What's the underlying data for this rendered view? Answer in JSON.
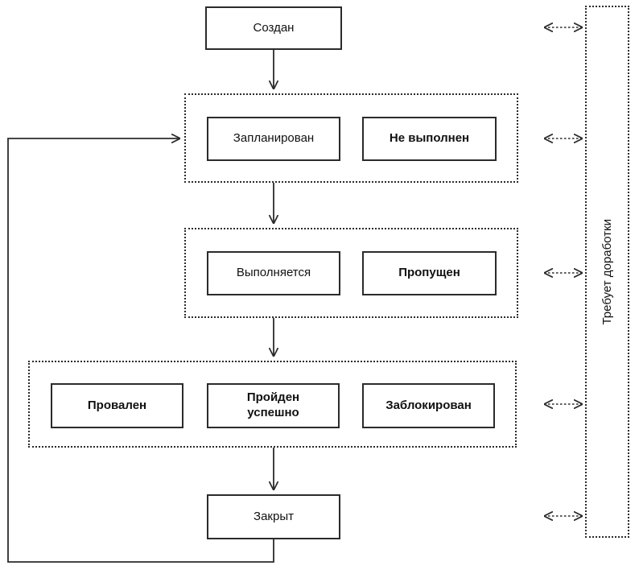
{
  "diagram": {
    "type": "state-flowchart",
    "nodes": {
      "created": "Создан",
      "planned": "Запланирован",
      "not_executed": "Не выполнен",
      "in_progress": "Выполняется",
      "skipped": "Пропущен",
      "failed": "Провален",
      "passed": "Пройден успешно",
      "blocked": "Заблокирован",
      "closed": "Закрыт",
      "needs_rework": "Требует доработки"
    },
    "edges": [
      "created -> planned-group",
      "planned-group -> in-progress-group",
      "in-progress-group -> result-group",
      "result-group -> closed",
      "closed -> planned-group (feedback loop, left side)",
      "needs-rework <-> created (dashed)",
      "needs-rework <-> planned-group (dashed)",
      "needs-rework <-> in-progress-group (dashed)",
      "needs-rework <-> result-group (dashed)",
      "needs-rework <-> closed (dashed)"
    ],
    "colors": {
      "line": "#2b2b2b",
      "background": "#ffffff",
      "text": "#111111"
    }
  }
}
